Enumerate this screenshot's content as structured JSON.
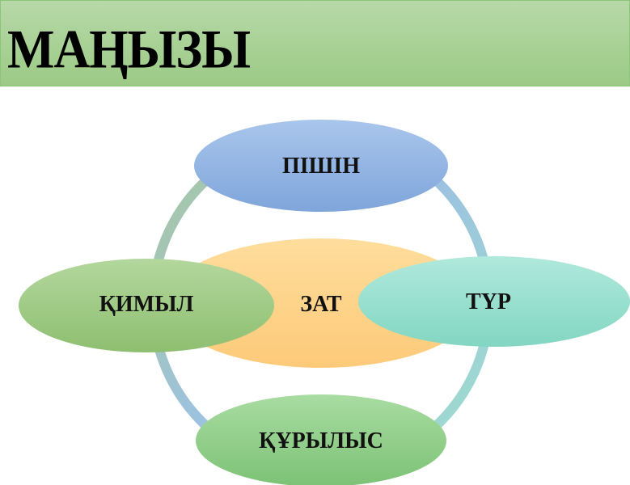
{
  "title": "МАҢЫЗЫ",
  "diagram": {
    "center": {
      "label": "ЗАТ",
      "color": "#fdd58c"
    },
    "nodes": [
      {
        "label": "ПІШІН",
        "color": "#8fb2e0"
      },
      {
        "label": "ТҮР",
        "color": "#8fdcc9"
      },
      {
        "label": "ҚҰРЫЛЫС",
        "color": "#8fd08a"
      },
      {
        "label": "ҚИМЫЛ",
        "color": "#9cc97f"
      }
    ]
  }
}
